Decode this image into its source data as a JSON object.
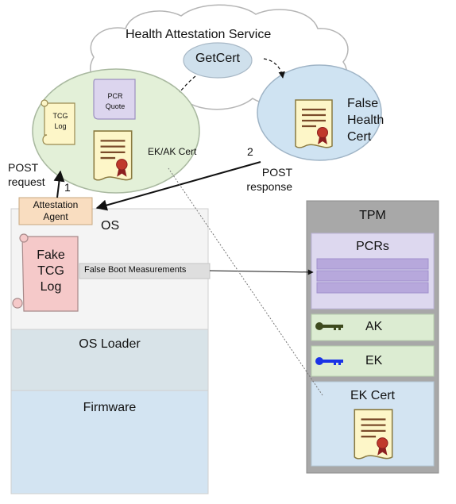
{
  "cloud": {
    "title": "Health Attestation Service",
    "getcert": "GetCert"
  },
  "left_bubble": {
    "tcg_log": [
      "TCG",
      "Log"
    ],
    "pcr_quote": [
      "PCR",
      "Quote"
    ],
    "ek_ak_cert": "EK/AK Cert"
  },
  "right_bubble": {
    "lines": [
      "False",
      "Health",
      "Cert"
    ]
  },
  "request": {
    "lines": [
      "POST",
      "request"
    ],
    "step": "1"
  },
  "response": {
    "lines": [
      "POST",
      "response"
    ],
    "step": "2"
  },
  "attestation_agent": {
    "lines": [
      "Attestation",
      "Agent"
    ]
  },
  "os_stack": {
    "os_label": "OS",
    "fake_log": [
      "Fake",
      "TCG",
      "Log"
    ],
    "false_boot": "False Boot Measurements",
    "os_loader": "OS Loader",
    "firmware": "Firmware"
  },
  "tpm": {
    "title": "TPM",
    "pcrs": "PCRs",
    "ak": "AK",
    "ek": "EK",
    "ek_cert": "EK Cert"
  },
  "colors": {
    "bubble_green": "#e3f0d8",
    "bubble_blue": "#cfe3f2",
    "getcert_blue": "#cfe0ec",
    "tcg_yellow": "#fdf6c8",
    "pcr_purple": "#dcd5ee",
    "fake_pink": "#f5c9c9",
    "agent_peach": "#f9ddc0",
    "tpm_gray": "#a8a8a8",
    "pcr_band": "#b7a8dc",
    "slot_green": "#dcecd2",
    "seal_red": "#c0392b",
    "key_olive": "#3d4a1e",
    "key_blue": "#1a33e6"
  },
  "icons": [
    "scroll-icon",
    "certificate-icon",
    "key-icon",
    "arrow-icon"
  ]
}
